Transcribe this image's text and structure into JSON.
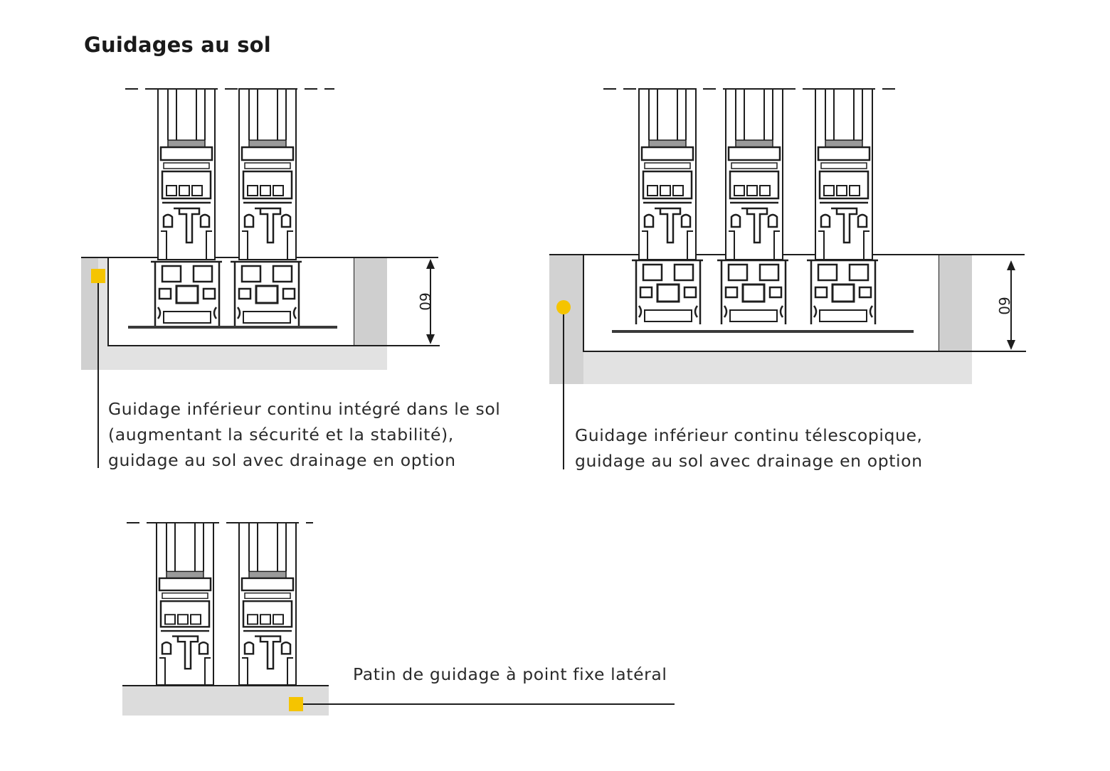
{
  "heading": "Guidages au sol",
  "accent_color": "#f5c400",
  "floor_color": "#d9d9d9",
  "line_color": "#1e1e1e",
  "details": [
    {
      "id": "detail-1",
      "caption_lines": [
        "Guidage inférieur continu intégré dans le sol",
        "(augmentant la sécurité et la stabilité),",
        "guidage au sol avec drainage en option"
      ],
      "dimension_label": "60"
    },
    {
      "id": "detail-2",
      "caption_lines": [
        "Guidage inférieur continu télescopique,",
        "guidage au sol avec drainage en option"
      ],
      "dimension_label": "60"
    },
    {
      "id": "detail-3",
      "caption_lines": [
        "Patin de guidage à point fixe latéral"
      ]
    }
  ]
}
